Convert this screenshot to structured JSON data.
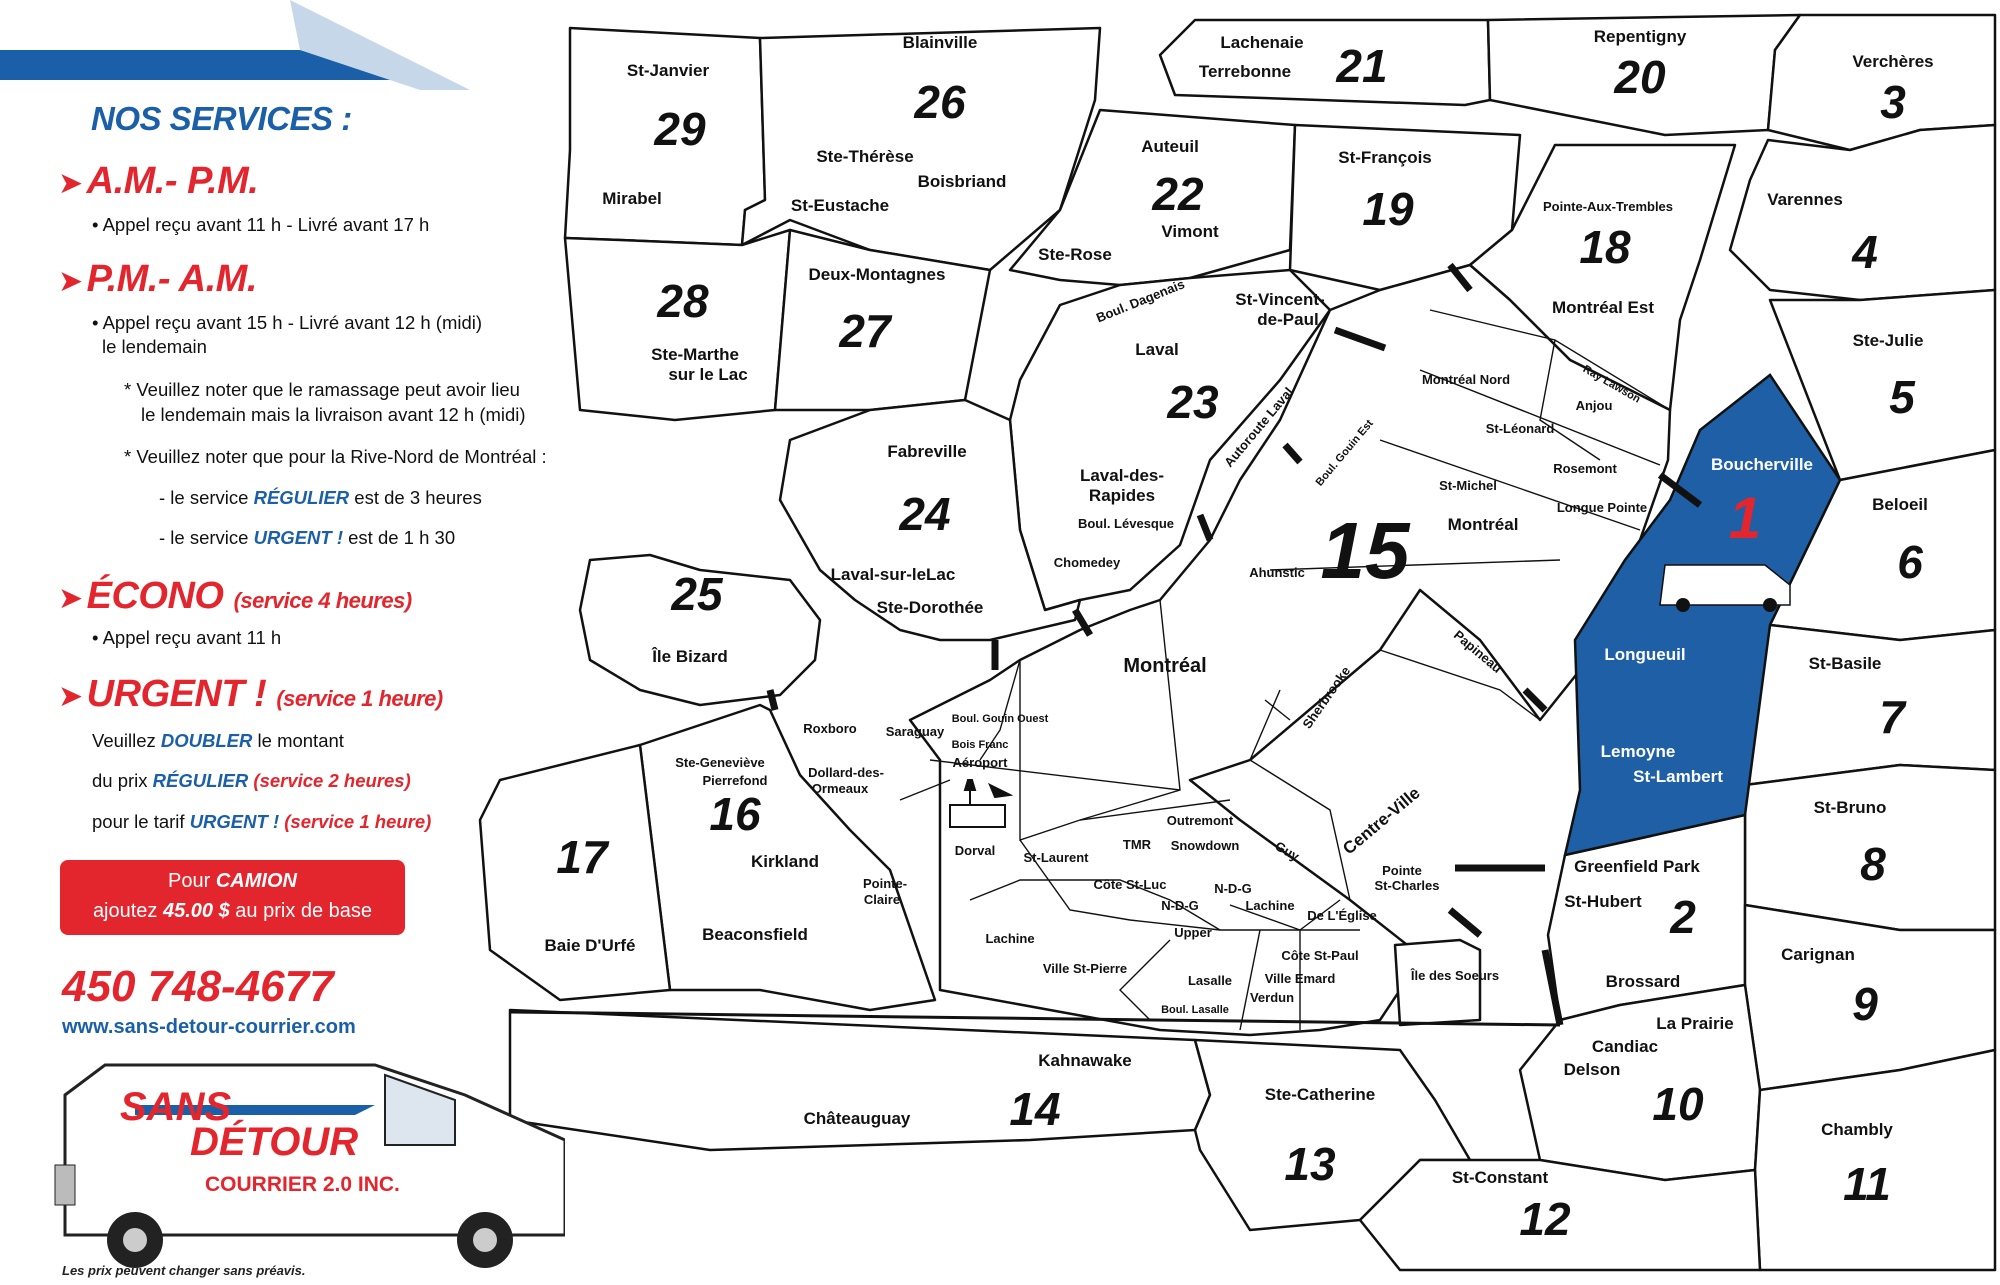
{
  "services": {
    "title": "NOS SERVICES :",
    "ampm": {
      "label": "A.M.- P.M.",
      "line1": "• Appel reçu avant 11 h - Livré avant 17 h"
    },
    "pmam": {
      "label": "P.M.- A.M.",
      "line1": "• Appel reçu avant 15 h - Livré avant 12 h (midi)",
      "line2": "le lendemain",
      "note1a": "* Veuillez noter que le ramassage peut avoir lieu",
      "note1b": "le lendemain mais la livraison avant 12 h (midi)",
      "note2": "* Veuillez noter que pour la Rive-Nord de Montréal :",
      "regular_pre": "- le service ",
      "regular_word": "RÉGULIER",
      "regular_post": " est de 3 heures",
      "urgent_pre": "- le service ",
      "urgent_word": "URGENT !",
      "urgent_post": " est de 1 h 30"
    },
    "econo": {
      "label": "ÉCONO",
      "sub": "(service 4 heures)",
      "line1": "• Appel reçu avant 11 h"
    },
    "urgent": {
      "label": "URGENT !",
      "sub": "(service 1 heure)",
      "l1_pre": "Veuillez ",
      "l1_word": "DOUBLER",
      "l1_post": " le montant",
      "l2_pre": "du prix ",
      "l2_word": "RÉGULIER",
      "l2_sub": " (service 2 heures)",
      "l3_pre": "pour le tarif ",
      "l3_word": "URGENT !",
      "l3_sub": " (service 1 heure)"
    }
  },
  "truck_box": {
    "pre": "Pour ",
    "word": "CAMION",
    "line2_pre": "ajoutez ",
    "amount": "45.00 $",
    "line2_post": " au prix de base"
  },
  "phone": "450 748-4677",
  "website": "www.sans-detour-courrier.com",
  "logo": {
    "line1": "SANS",
    "line2": "DÉTOUR",
    "line3": "COURRIER 2.0 INC."
  },
  "disclaimer": "Les prix peuvent changer sans préavis.",
  "colors": {
    "brand_blue": "#1b5fa8",
    "zone_blue": "#1f5fa6",
    "brand_red": "#e3262e"
  },
  "map": {
    "zones": [
      {
        "n": "29",
        "names": [
          "St-Janvier",
          "Mirabel"
        ]
      },
      {
        "n": "26",
        "names": [
          "Blainville",
          "Ste-Thérèse",
          "Boisbriand",
          "St-Eustache"
        ]
      },
      {
        "n": "21",
        "names": [
          "Lachenaie",
          "Terrebonne"
        ]
      },
      {
        "n": "20",
        "names": [
          "Repentigny"
        ]
      },
      {
        "n": "3",
        "names": [
          "Verchères"
        ]
      },
      {
        "n": "28",
        "names": [
          "Ste-Marthe",
          "sur le Lac"
        ]
      },
      {
        "n": "27",
        "names": [
          "Deux-Montagnes"
        ]
      },
      {
        "n": "22",
        "names": [
          "Auteuil",
          "Vimont",
          "Ste-Rose"
        ]
      },
      {
        "n": "19",
        "names": [
          "St-François"
        ]
      },
      {
        "n": "18",
        "names": [
          "Pointe-Aux-Trembles",
          "Montréal Est"
        ]
      },
      {
        "n": "4",
        "names": [
          "Varennes"
        ]
      },
      {
        "n": "23",
        "names": [
          "Laval",
          "St-Vincent-",
          "de-Paul",
          "Laval-des-",
          "Rapides",
          "Boul. Lévesque",
          "Chomedey"
        ]
      },
      {
        "n": "5",
        "names": [
          "Ste-Julie"
        ]
      },
      {
        "n": "1",
        "names": [
          "Boucherville",
          "Longueuil",
          "Lemoyne",
          "St-Lambert"
        ]
      },
      {
        "n": "24",
        "names": [
          "Fabreville",
          "Laval-sur-leLac",
          "Ste-Dorothée"
        ]
      },
      {
        "n": "15",
        "names": [
          "Montréal Nord",
          "St-Léonard",
          "Anjou",
          "Rosemont",
          "Longue Pointe",
          "St-Michel",
          "Montréal",
          "Ahunstic",
          "Montréal",
          "Sherbrooke",
          "Papineau",
          "Centre-Ville",
          "Pointe",
          "St-Charles",
          "Outremont",
          "Snowdown",
          "TMR",
          "St-Laurent",
          "Côte St-Luc",
          "N-D-G",
          "N-D-G",
          "Lachine",
          "Upper",
          "Lachine",
          "Guy",
          "De L'Église",
          "Ville St-Pierre",
          "Lasalle",
          "Boul. Lasalle",
          "Côte St-Paul",
          "Ville Emard",
          "Verdun",
          "Dorval",
          "Aéroport",
          "Boul. Gouin Ouest",
          "Bois Franc",
          "Saraguay",
          "Roxboro",
          "Dollard-des-",
          "Ormeaux",
          "Pointe-",
          "Claire"
        ]
      },
      {
        "n": "25",
        "names": [
          "Île Bizard"
        ]
      },
      {
        "n": "6",
        "names": [
          "Beloeil"
        ]
      },
      {
        "n": "7",
        "names": [
          "St-Basile"
        ]
      },
      {
        "n": "16",
        "names": [
          "Ste-Geneviève",
          "Pierrefond",
          "Kirkland",
          "Beaconsfield"
        ]
      },
      {
        "n": "17",
        "names": [
          "Baie D'Urfé"
        ]
      },
      {
        "n": "8",
        "names": [
          "St-Bruno"
        ]
      },
      {
        "n": "2",
        "names": [
          "Greenfield Park",
          "St-Hubert",
          "Brossard"
        ]
      },
      {
        "n": "9",
        "names": [
          "Carignan"
        ]
      },
      {
        "n": "14",
        "names": [
          "Kahnawake",
          "Châteauguay"
        ]
      },
      {
        "n": "13",
        "names": [
          "Ste-Catherine"
        ]
      },
      {
        "n": "10",
        "names": [
          "La Prairie",
          "Candiac",
          "Delson"
        ]
      },
      {
        "n": "11",
        "names": [
          "Chambly"
        ]
      },
      {
        "n": "12",
        "names": [
          "St-Constant"
        ]
      }
    ],
    "roads": [
      "Boul. Dagenais",
      "Autoroute Laval",
      "Boul. Gouin Est",
      "Ray Lawson"
    ],
    "island": "Île des Soeurs"
  }
}
